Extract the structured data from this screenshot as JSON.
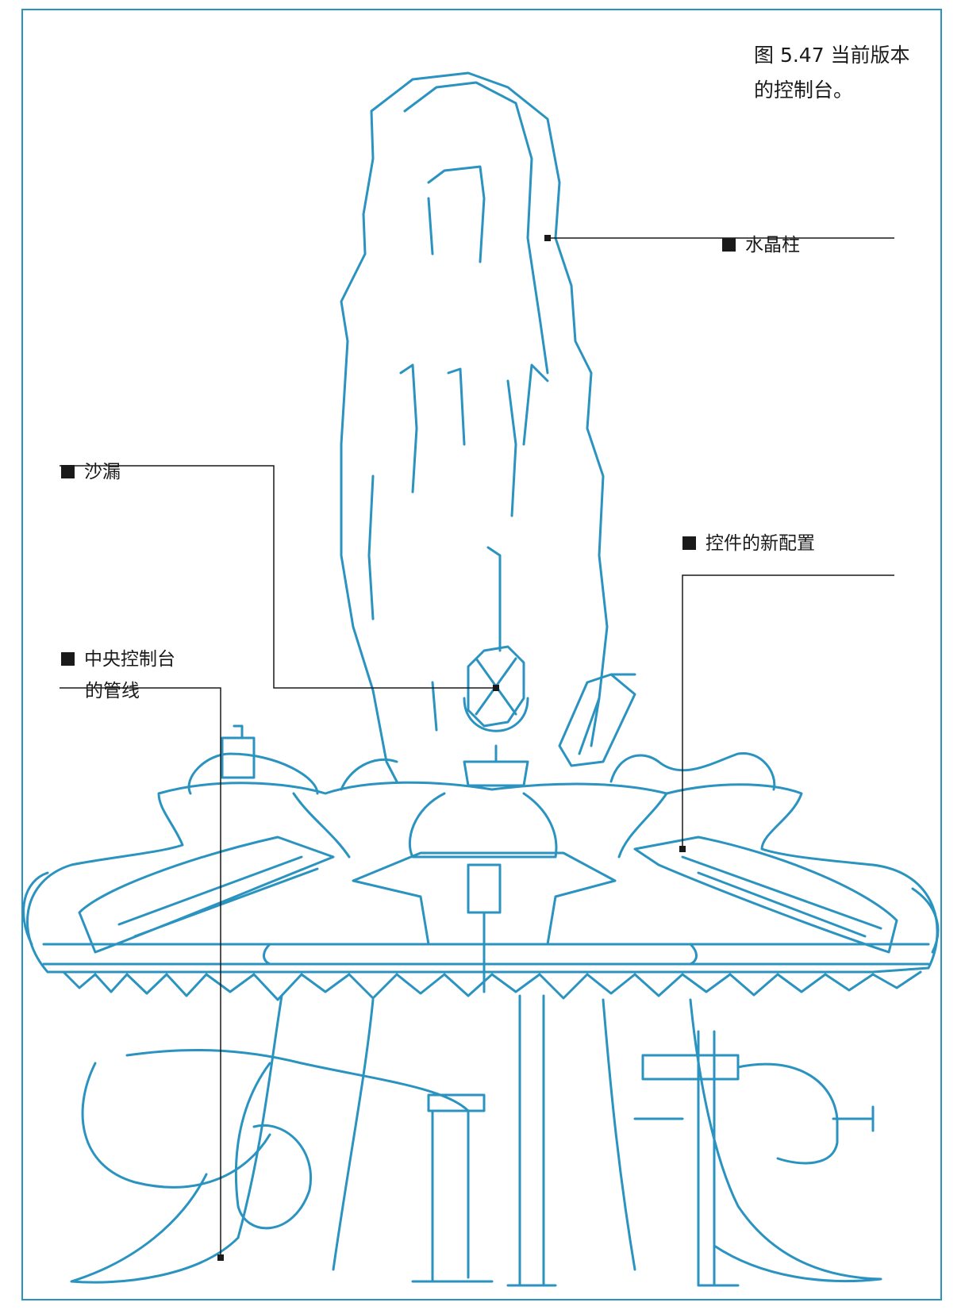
{
  "figure": {
    "caption_line1": "图 5.47 当前版本",
    "caption_line2": "的控制台。"
  },
  "callouts": [
    {
      "id": "crystal-column",
      "line1": "水晶柱",
      "line2": ""
    },
    {
      "id": "hourglass",
      "line1": "沙漏",
      "line2": ""
    },
    {
      "id": "new-controls",
      "line1": "控件的新配置",
      "line2": ""
    },
    {
      "id": "central-console-pipes",
      "line1": "中央控制台",
      "line2": "的管线"
    }
  ],
  "colors": {
    "line_art": "#2a93bf",
    "frame": "#2a93bf",
    "leader": "#1a1a1a",
    "text": "#1a1a1a"
  }
}
